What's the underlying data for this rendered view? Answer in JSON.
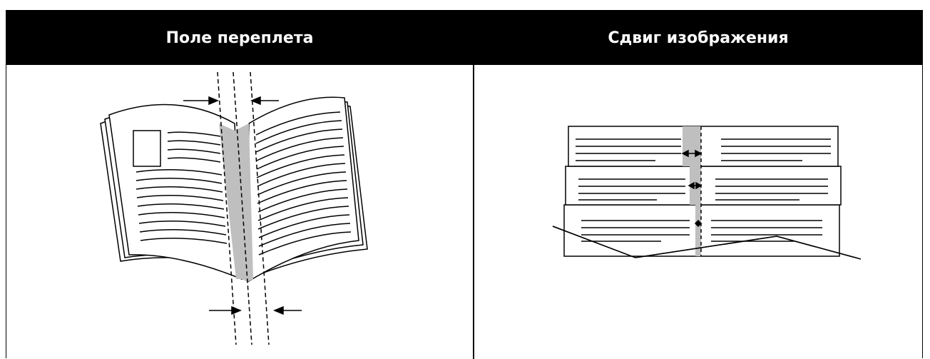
{
  "columns": [
    {
      "title": "Поле переплета",
      "figure": "binding-margin-book-illustration"
    },
    {
      "title": "Сдвиг изображения",
      "figure": "image-shift-stacked-pages-illustration"
    }
  ],
  "colors": {
    "header_bg": "#000000",
    "header_text": "#ffffff",
    "gutter_fill": "#bfbfbf",
    "line": "#000000"
  }
}
